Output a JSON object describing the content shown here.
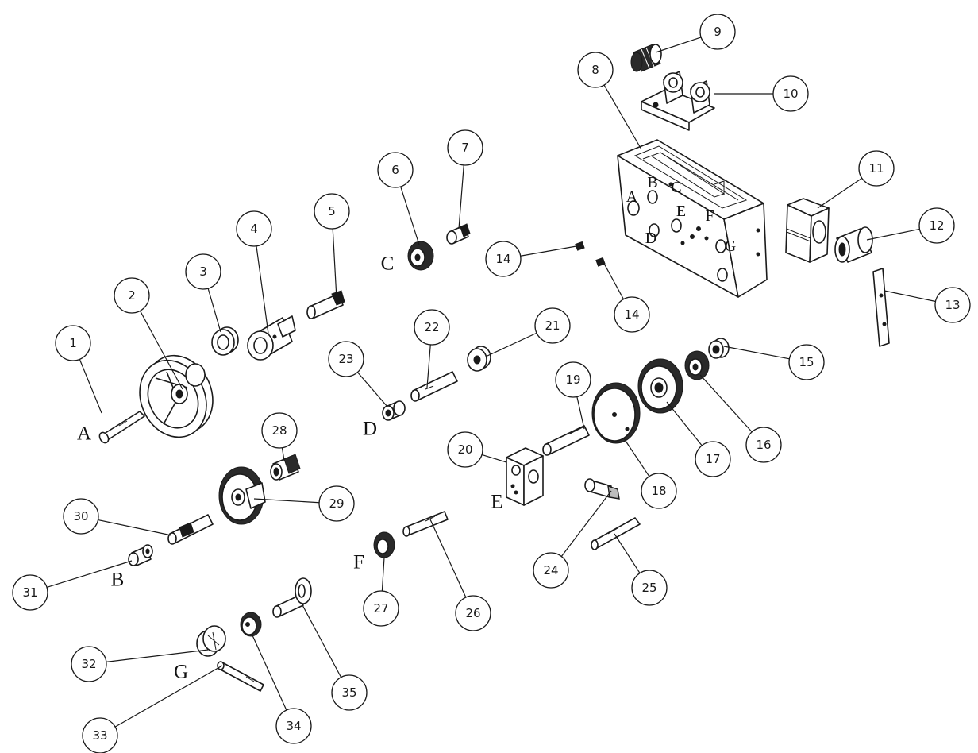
{
  "callouts": [
    "1",
    "2",
    "3",
    "4",
    "5",
    "6",
    "7",
    "8",
    "9",
    "10",
    "11",
    "12",
    "13",
    "14",
    "14",
    "15",
    "16",
    "17",
    "18",
    "19",
    "20",
    "21",
    "22",
    "23",
    "24",
    "25",
    "26",
    "27",
    "28",
    "29",
    "30",
    "31",
    "32",
    "33",
    "34",
    "35"
  ],
  "part_letters": [
    "A",
    "B",
    "C",
    "D",
    "E",
    "F",
    "G"
  ],
  "face_letters": [
    "A",
    "B",
    "C",
    "D",
    "E",
    "F",
    "G"
  ]
}
